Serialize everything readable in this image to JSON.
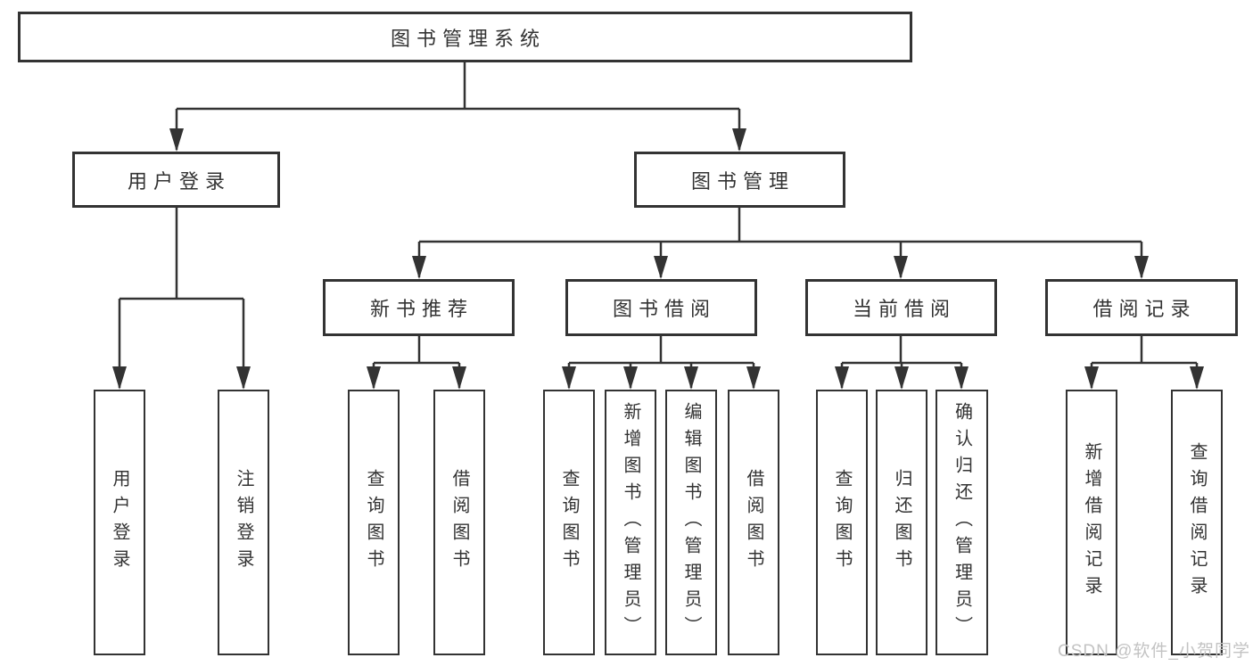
{
  "diagram": {
    "title_node": {
      "label": "图书管理系统"
    },
    "level2": [
      {
        "label": "用户登录"
      },
      {
        "label": "图书管理"
      }
    ],
    "level3": [
      {
        "label": "新书推荐"
      },
      {
        "label": "图书借阅"
      },
      {
        "label": "当前借阅"
      },
      {
        "label": "借阅记录"
      }
    ],
    "leaves": [
      {
        "label": "用户登录"
      },
      {
        "label": "注销登录"
      },
      {
        "label": "查询图书"
      },
      {
        "label": "借阅图书"
      },
      {
        "label": "查询图书"
      },
      {
        "label": "新增图书（管理员）"
      },
      {
        "label": "编辑图书（管理员）"
      },
      {
        "label": "借阅图书"
      },
      {
        "label": "查询图书"
      },
      {
        "label": "归还图书"
      },
      {
        "label": "确认归还（管理员）"
      },
      {
        "label": "新增借阅记录"
      },
      {
        "label": "查询借阅记录"
      }
    ],
    "colors": {
      "line": "#333333",
      "text": "#333333",
      "box_bg": "#ffffff"
    }
  },
  "watermark": {
    "text": "CSDN @软件_小贺同学",
    "color": "#c3c3c3"
  }
}
